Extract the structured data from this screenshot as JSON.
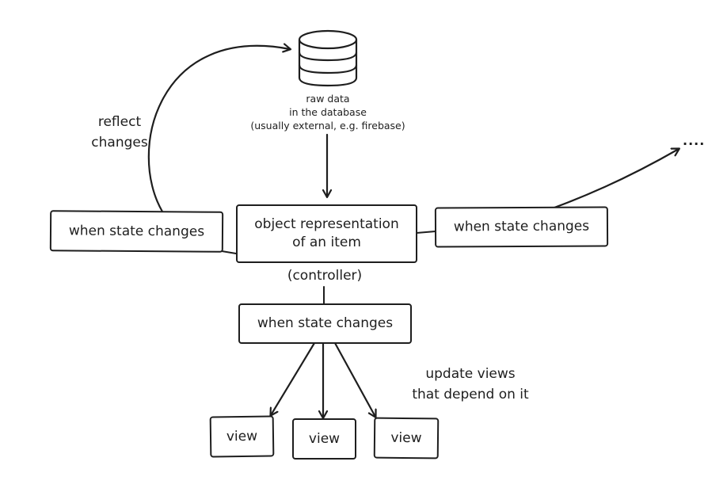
{
  "database": {
    "icon": "database-icon",
    "label": "raw data\nin the database\n(usually external, e.g. firebase)"
  },
  "annotations": {
    "reflect_changes": "reflect\nchanges",
    "update_views": "update views\nthat depend on it",
    "ellipsis": "....",
    "controller": "(controller)"
  },
  "nodes": {
    "object_item": "object representation\nof an item",
    "state_left": "when state changes",
    "state_right": "when state changes",
    "state_bottom": "when state changes",
    "view_1": "view",
    "view_2": "view",
    "view_3": "view"
  },
  "colors": {
    "stroke": "#1e1e1e",
    "background": "#ffffff"
  }
}
